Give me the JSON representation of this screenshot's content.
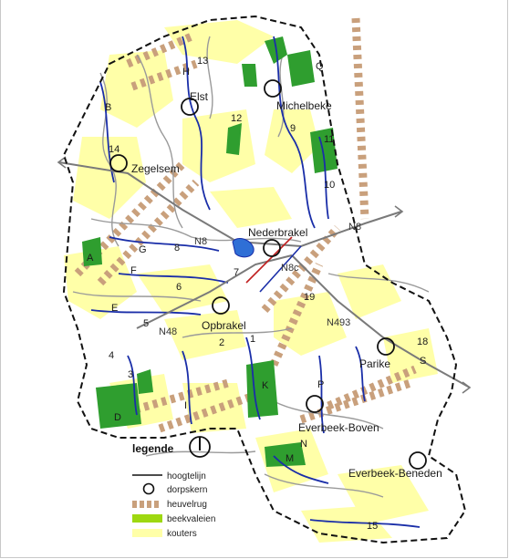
{
  "legend": {
    "title": "legende",
    "items": [
      "hoogtelijn",
      "dorpskern",
      "heuvelrug",
      "beekvaleien",
      "kouters"
    ]
  },
  "villages": {
    "elst": "Elst",
    "michelbeke": "Michelbeke",
    "zegelsem": "Zegelsem",
    "nederbrakel": "Nederbrakel",
    "opbrakel": "Opbrakel",
    "parike": "Parike",
    "everbeek_boven": "Everbeek-Boven",
    "everbeek_beneden": "Everbeek-Beneden"
  },
  "roads": {
    "n8_west": "N8",
    "n8_east": "N8",
    "n8c": "N8c",
    "n48": "N48",
    "n493": "N493"
  },
  "numbers": {
    "n1": "1",
    "n2": "2",
    "n3": "3",
    "n4": "4",
    "n5": "5",
    "n6": "6",
    "n7": "7",
    "n8": "8",
    "n9": "9",
    "n10": "10",
    "n11": "11",
    "n12": "12",
    "n13": "13",
    "n14": "14",
    "n15": "15",
    "n18": "18",
    "n19": "19"
  },
  "letters": {
    "a": "A",
    "b": "B",
    "d": "D",
    "e": "E",
    "f": "F",
    "g": "G",
    "h": "H",
    "i": "I",
    "k": "K",
    "m": "M",
    "n": "N",
    "p": "P",
    "q": "Q",
    "s": "S"
  },
  "colors": {
    "kouters": "#ffffa8",
    "beekvaleien": "#2f9e2f",
    "heuvelrug": "#c9a07c",
    "river": "#1a2ea8",
    "contour": "#9a9a9a",
    "boundary": "#111111",
    "road": "#7a7a7a"
  }
}
